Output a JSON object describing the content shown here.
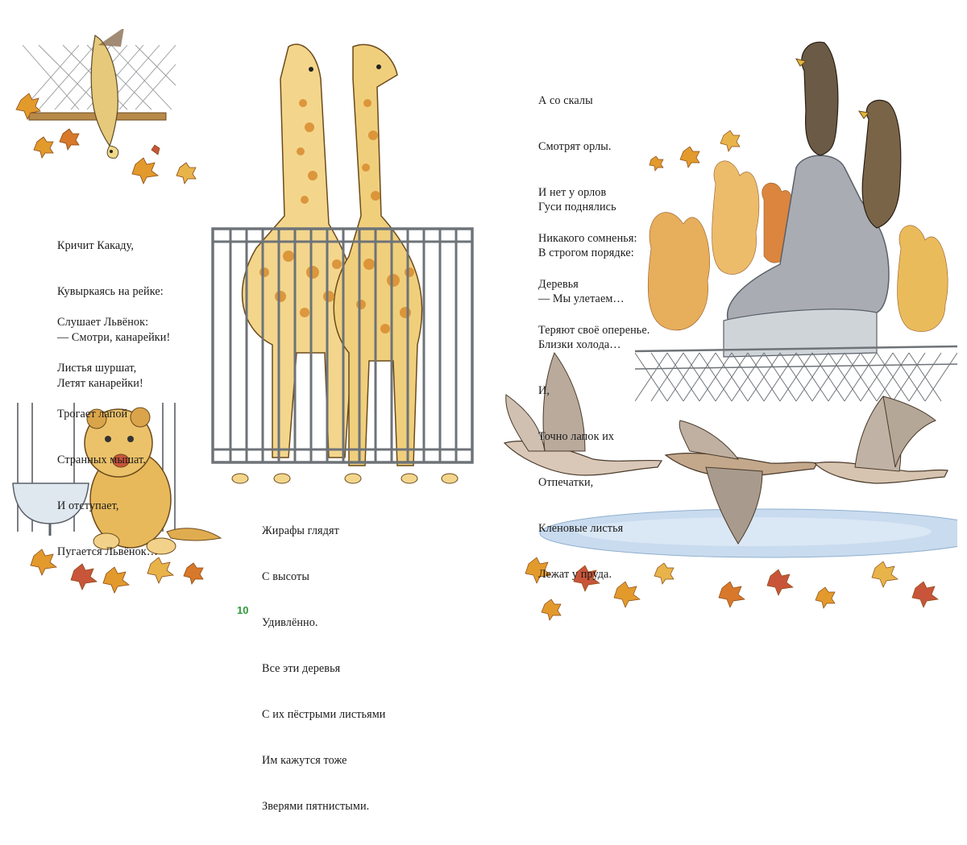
{
  "page": {
    "number": "10"
  },
  "verses": {
    "cockatoo": [
      "Кричит Какаду,",
      "Кувыркаясь на рейке:",
      "— Смотри, канарейки!",
      "Летят канарейки!"
    ],
    "lion": [
      "Слушает Львёнок:",
      "Листья шуршат,",
      "Трогает лапой",
      "Странных мышат.",
      "И отступает,",
      "Пугается Львёнок…"
    ],
    "giraffes": [
      "Жирафы глядят",
      "С высоты",
      "Удивлённо.",
      "Все эти деревья",
      "С их пёстрыми листьями",
      "Им кажутся тоже",
      "Зверями пятнистыми."
    ],
    "eagles": [
      "А со скалы",
      "Смотрят орлы.",
      "И нет у орлов",
      "Никакого сомненья:",
      "Деревья",
      "Теряют своё оперенье."
    ],
    "geese": [
      "Гуси поднялись",
      "В строгом порядке:",
      "— Мы улетаем…",
      "Близки холода…",
      "И,",
      "Точно лапок их",
      "Отпечатки,",
      "Кленовые листья",
      "Лежат у пруда."
    ]
  },
  "colors": {
    "page_number": "#2f9a3a",
    "leaf_orange": "#e39a2c",
    "leaf_red": "#c8553a",
    "giraffe_fill": "#f3d68c",
    "giraffe_spot": "#d98c2e",
    "bars": "#6e7378",
    "rock": "#a9adb3",
    "pond": "#c9dbee"
  }
}
